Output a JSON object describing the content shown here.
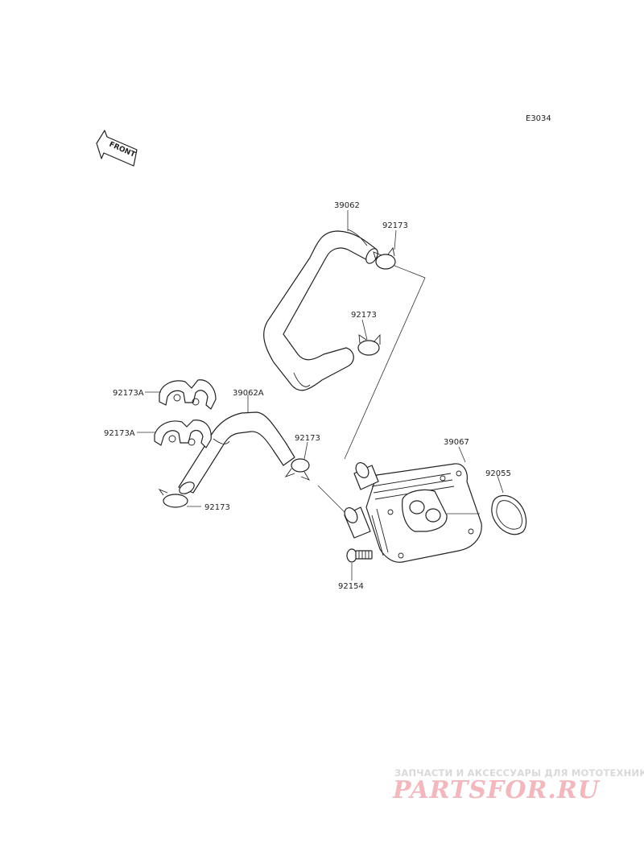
{
  "diagram": {
    "code": "E3034",
    "front_label": "FRONT",
    "callouts": {
      "hose_upper": "39062",
      "clamp_upper_top": "92173",
      "clamp_upper_mid": "92173",
      "clip_a_top": "92173A",
      "clip_a_bottom": "92173A",
      "hose_lower": "39062A",
      "clamp_lower_right": "92173",
      "clamp_lower_left": "92173",
      "oil_cooler": "39067",
      "o_ring": "92055",
      "bolt": "92154"
    }
  },
  "watermark": {
    "tagline": "ЗАПЧАСТИ И АКСЕССУАРЫ ДЛЯ МОТОТЕХНИКИ",
    "logo": "PARTSFOR.RU"
  }
}
